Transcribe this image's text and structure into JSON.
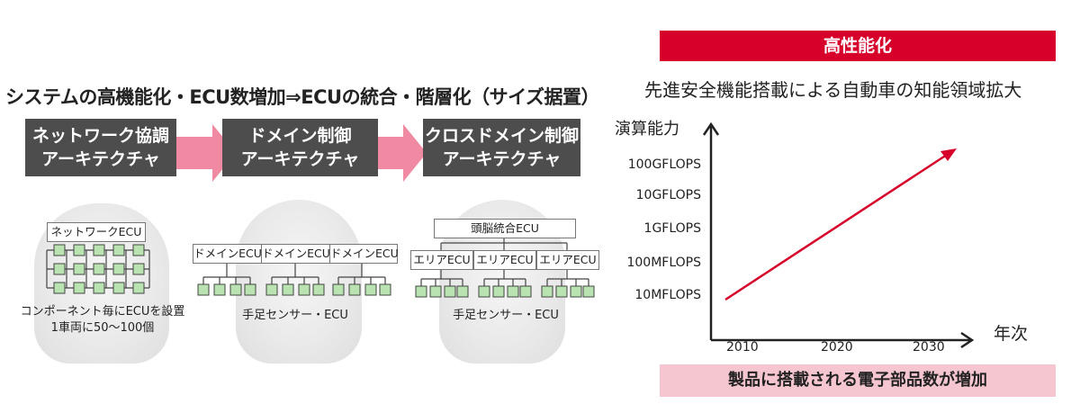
{
  "headline": "システムの高機能化・ECU数増加⇒ECUの統合・階層化（サイズ据置）",
  "stages": [
    {
      "line1": "ネットワーク協調",
      "line2": "アーキテクチャ"
    },
    {
      "line1": "ドメイン制御",
      "line2": "アーキテクチャ"
    },
    {
      "line1": "クロスドメイン制御",
      "line2": "アーキテクチャ"
    }
  ],
  "network": {
    "ecu_label": "ネットワークECU",
    "note_line1": "コンポーネント毎にECUを設置",
    "note_line2": "1車両に50～100個"
  },
  "domain": {
    "ecu_labels": [
      "ドメインECU",
      "ドメインECU",
      "ドメインECU"
    ],
    "note": "手足センサー・ECU"
  },
  "cross": {
    "central_label": "頭脳統合ECU",
    "area_labels": [
      "エリアECU",
      "エリアECU",
      "エリアECU"
    ],
    "note": "手足センサー・ECU"
  },
  "right": {
    "banner_top": "高性能化",
    "subtitle": "先進安全機能搭載による自動車の知能領域拡大",
    "banner_bottom": "製品に搭載される電子部品数が増加"
  },
  "chart_data": {
    "type": "line",
    "ylabel": "演算能力",
    "xlabel": "年次",
    "y_ticks": [
      "100GFLOPS",
      "10GFLOPS",
      "1GFLOPS",
      "100MFLOPS",
      "10MFLOPS"
    ],
    "x_ticks": [
      "2010",
      "2020",
      "2030"
    ],
    "line_color": "#d6002a"
  },
  "colors": {
    "accent_red": "#d6002a",
    "arrow_pink": "#f08aa3",
    "node_green": "#b9e3b1",
    "stage_gray": "#4d4d4d"
  }
}
